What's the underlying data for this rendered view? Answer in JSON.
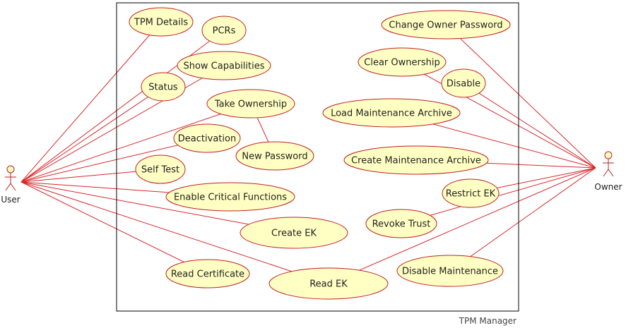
{
  "system": {
    "name": "TPM Manager"
  },
  "colors": {
    "line": "#d8262a",
    "ellipse_fill": "#ffffc4",
    "ellipse_stroke": "#c02020",
    "border": "#000000"
  },
  "actors": [
    {
      "id": "user",
      "label": "User"
    },
    {
      "id": "owner",
      "label": "Owner"
    }
  ],
  "use_cases": [
    {
      "id": "tpm-details",
      "label": "TPM Details"
    },
    {
      "id": "pcrs",
      "label": "PCRs"
    },
    {
      "id": "show-capabilities",
      "label": "Show Capabilities"
    },
    {
      "id": "status",
      "label": "Status"
    },
    {
      "id": "take-ownership",
      "label": "Take Ownership"
    },
    {
      "id": "deactivation",
      "label": "Deactivation"
    },
    {
      "id": "new-password",
      "label": "New Password"
    },
    {
      "id": "self-test",
      "label": "Self Test"
    },
    {
      "id": "enable-critical-functions",
      "label": "Enable Critical Functions"
    },
    {
      "id": "create-ek",
      "label": "Create EK"
    },
    {
      "id": "read-certificate",
      "label": "Read Certificate"
    },
    {
      "id": "read-ek",
      "label": "Read EK"
    },
    {
      "id": "change-owner-password",
      "label": "Change Owner Password"
    },
    {
      "id": "clear-ownership",
      "label": "Clear Ownership"
    },
    {
      "id": "disable",
      "label": "Disable"
    },
    {
      "id": "load-maintenance-archive",
      "label": "Load Maintenance Archive"
    },
    {
      "id": "create-maintenance-archive",
      "label": "Create Maintenance Archive"
    },
    {
      "id": "restrict-ek",
      "label": "Restrict EK"
    },
    {
      "id": "revoke-trust",
      "label": "Revoke Trust"
    },
    {
      "id": "disable-maintenance",
      "label": "Disable Maintenance"
    }
  ],
  "associations": [
    {
      "from": "user",
      "to": "tpm-details"
    },
    {
      "from": "user",
      "to": "pcrs"
    },
    {
      "from": "user",
      "to": "show-capabilities"
    },
    {
      "from": "user",
      "to": "status"
    },
    {
      "from": "user",
      "to": "take-ownership"
    },
    {
      "from": "user",
      "to": "deactivation"
    },
    {
      "from": "user",
      "to": "self-test"
    },
    {
      "from": "user",
      "to": "enable-critical-functions"
    },
    {
      "from": "user",
      "to": "create-ek"
    },
    {
      "from": "user",
      "to": "read-certificate"
    },
    {
      "from": "user",
      "to": "read-ek"
    },
    {
      "from": "take-ownership",
      "to": "new-password"
    },
    {
      "from": "owner",
      "to": "change-owner-password"
    },
    {
      "from": "owner",
      "to": "clear-ownership"
    },
    {
      "from": "owner",
      "to": "disable"
    },
    {
      "from": "owner",
      "to": "load-maintenance-archive"
    },
    {
      "from": "owner",
      "to": "create-maintenance-archive"
    },
    {
      "from": "owner",
      "to": "restrict-ek"
    },
    {
      "from": "owner",
      "to": "revoke-trust"
    },
    {
      "from": "owner",
      "to": "disable-maintenance"
    },
    {
      "from": "owner",
      "to": "read-ek"
    }
  ]
}
